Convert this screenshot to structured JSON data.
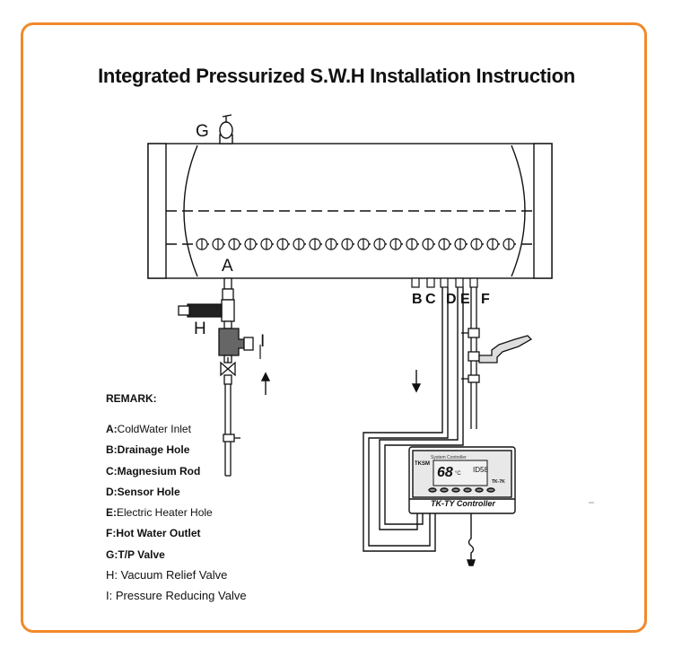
{
  "title": "Integrated Pressurized S.W.H Installation Instruction",
  "labels": {
    "g": "G",
    "a": "A",
    "h": "H",
    "i": "I",
    "b": "B",
    "c": "C",
    "d": "D",
    "e": "E",
    "f": "F"
  },
  "remark": {
    "heading": "REMARK:",
    "items": [
      {
        "key": "A:",
        "text": "ColdWater Inlet"
      },
      {
        "key": "B:",
        "text": "Drainage Hole"
      },
      {
        "key": "C:",
        "text": "Magnesium Rod"
      },
      {
        "key": "D:",
        "text": "Sensor Hole"
      },
      {
        "key": "E:",
        "text": "Electric Heater Hole"
      },
      {
        "key": "F:",
        "text": "Hot Water Outlet"
      },
      {
        "key": "G:",
        "text": "T/P Valve"
      },
      {
        "key": "",
        "text": "H: Vacuum Relief Valve"
      },
      {
        "key": "",
        "text": "I:  Pressure Reducing Valve"
      }
    ]
  },
  "controller": {
    "small_text": "System Controller",
    "brand": "TKSM",
    "temperature": "68",
    "unit": "°C",
    "id": "ID58",
    "model": "TK-7K",
    "name": "TK-TY Controller"
  },
  "colors": {
    "frame": "#f08a2a",
    "line": "#111111"
  }
}
